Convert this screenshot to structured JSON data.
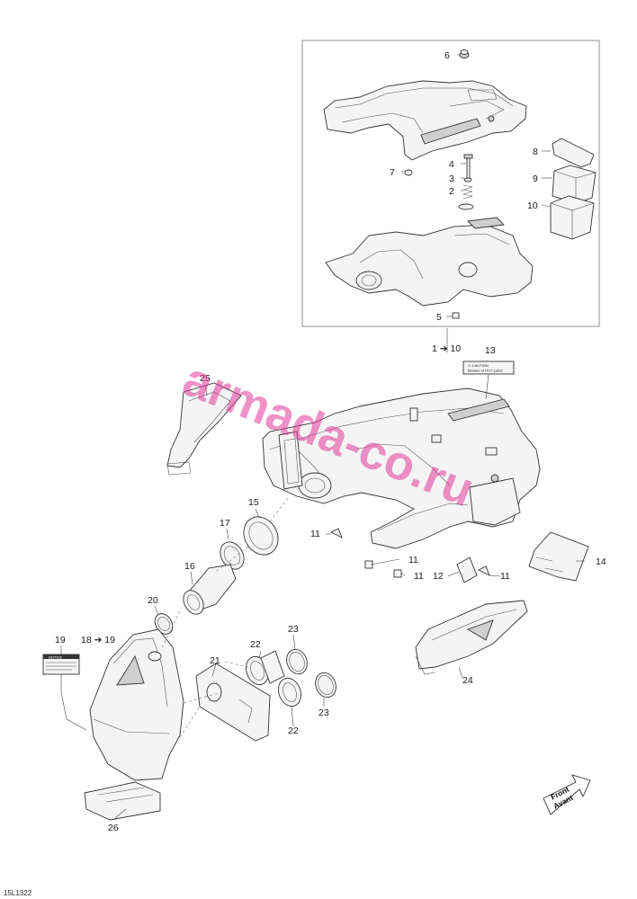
{
  "diagram": {
    "reference": "15L1322",
    "watermark": "armada-co.ru",
    "front_label": {
      "line1": "Front",
      "line2": "Avant"
    },
    "labels": {
      "p6": "6",
      "p7": "7",
      "p4": "4",
      "p3": "3",
      "p2": "2",
      "p8": "8",
      "p9": "9",
      "p10": "10",
      "p5": "5",
      "p1_10": "1 ➔ 10",
      "p13": "13",
      "p25": "25",
      "p15": "15",
      "p17": "17",
      "p16": "16",
      "p20": "20",
      "p19": "19",
      "p18_19": "18 ➔ 19",
      "p21": "21",
      "p22a": "22",
      "p22b": "22",
      "p23a": "23",
      "p23b": "23",
      "p24": "24",
      "p26": "26",
      "p14": "14",
      "p11a": "11",
      "p11b": "11",
      "p11c": "11",
      "p11d": "11",
      "p12": "12"
    },
    "sticker13": {
      "line1": "⚠ CAUTION",
      "line2": "Beware of HOT parts!"
    },
    "notice19": {
      "title": "NOTICE"
    }
  }
}
